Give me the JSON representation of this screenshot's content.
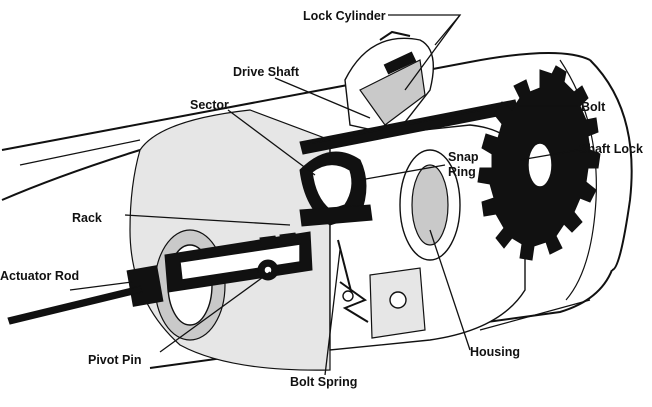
{
  "labels": {
    "lock_cylinder": "Lock Cylinder",
    "drive_shaft": "Drive Shaft",
    "sector": "Sector",
    "bolt": "Bolt",
    "snap_ring_line1": "Snap",
    "snap_ring_line2": "Ring",
    "shaft_lock": "Shaft Lock",
    "rack": "Rack",
    "actuator_rod": "Actuator Rod",
    "pivot_pin": "Pivot Pin",
    "housing": "Housing",
    "bolt_spring": "Bolt Spring"
  }
}
